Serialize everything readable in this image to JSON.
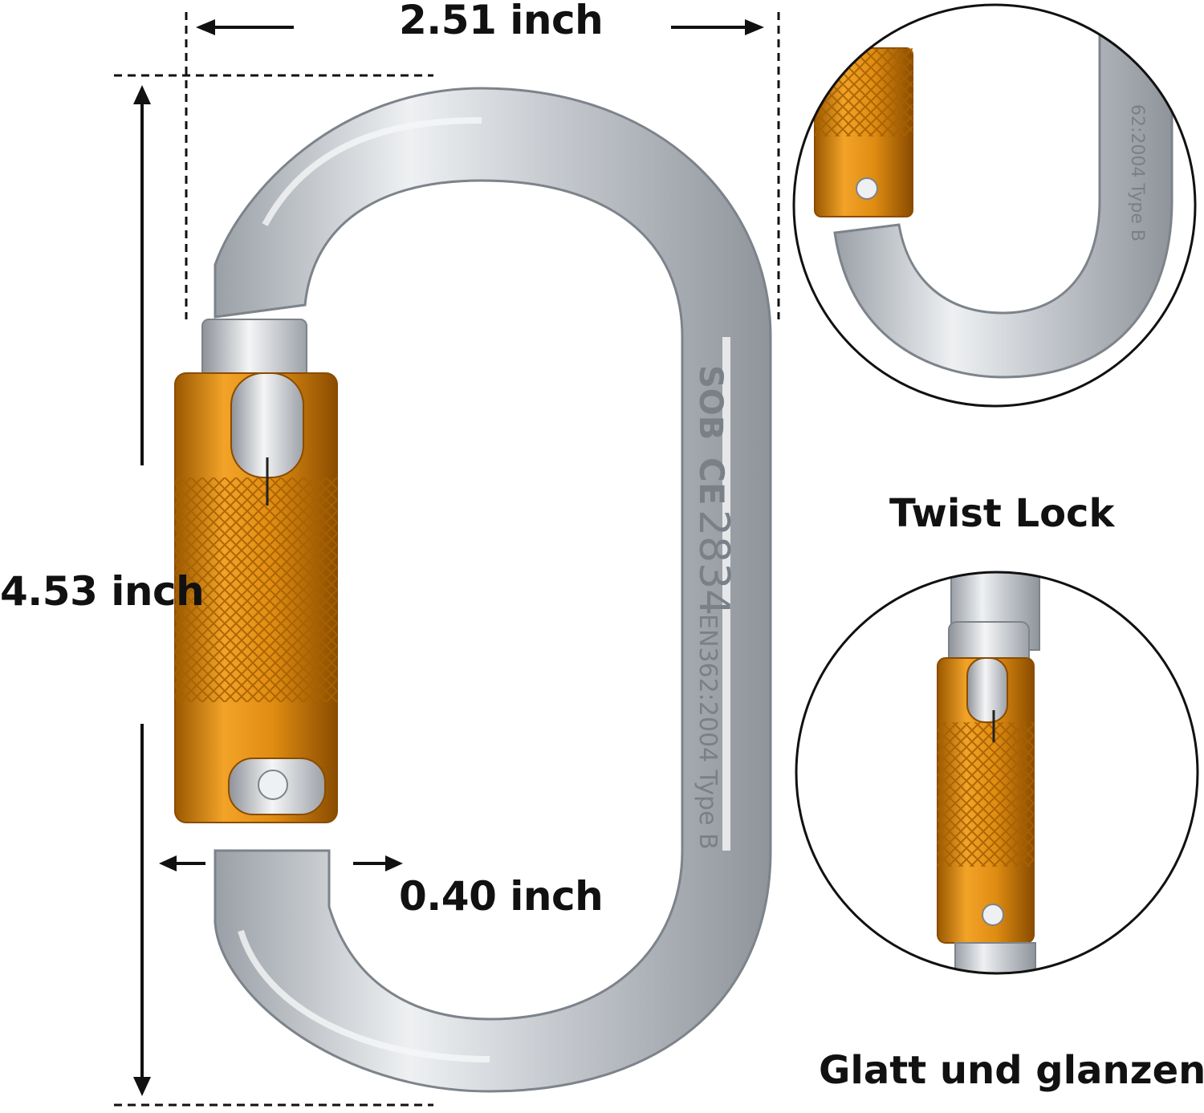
{
  "dimensions": {
    "width_label": "2.51 inch",
    "height_label": "4.53 inch",
    "gate_label": "0.40 inch"
  },
  "engraving": {
    "brand": "SOB",
    "mark": "CE",
    "number": "2834",
    "standard": "EN362:2004 Type B"
  },
  "insets": [
    {
      "caption": "Twist Lock"
    },
    {
      "caption": "Glatt und glanzend"
    }
  ],
  "colors": {
    "aluminum": "#c9ccd1",
    "aluminum_highlight": "#f2f3f5",
    "aluminum_shadow": "#8f949b",
    "sleeve_orange": "#e08d12",
    "sleeve_dark": "#9a5800",
    "line": "#111111"
  }
}
